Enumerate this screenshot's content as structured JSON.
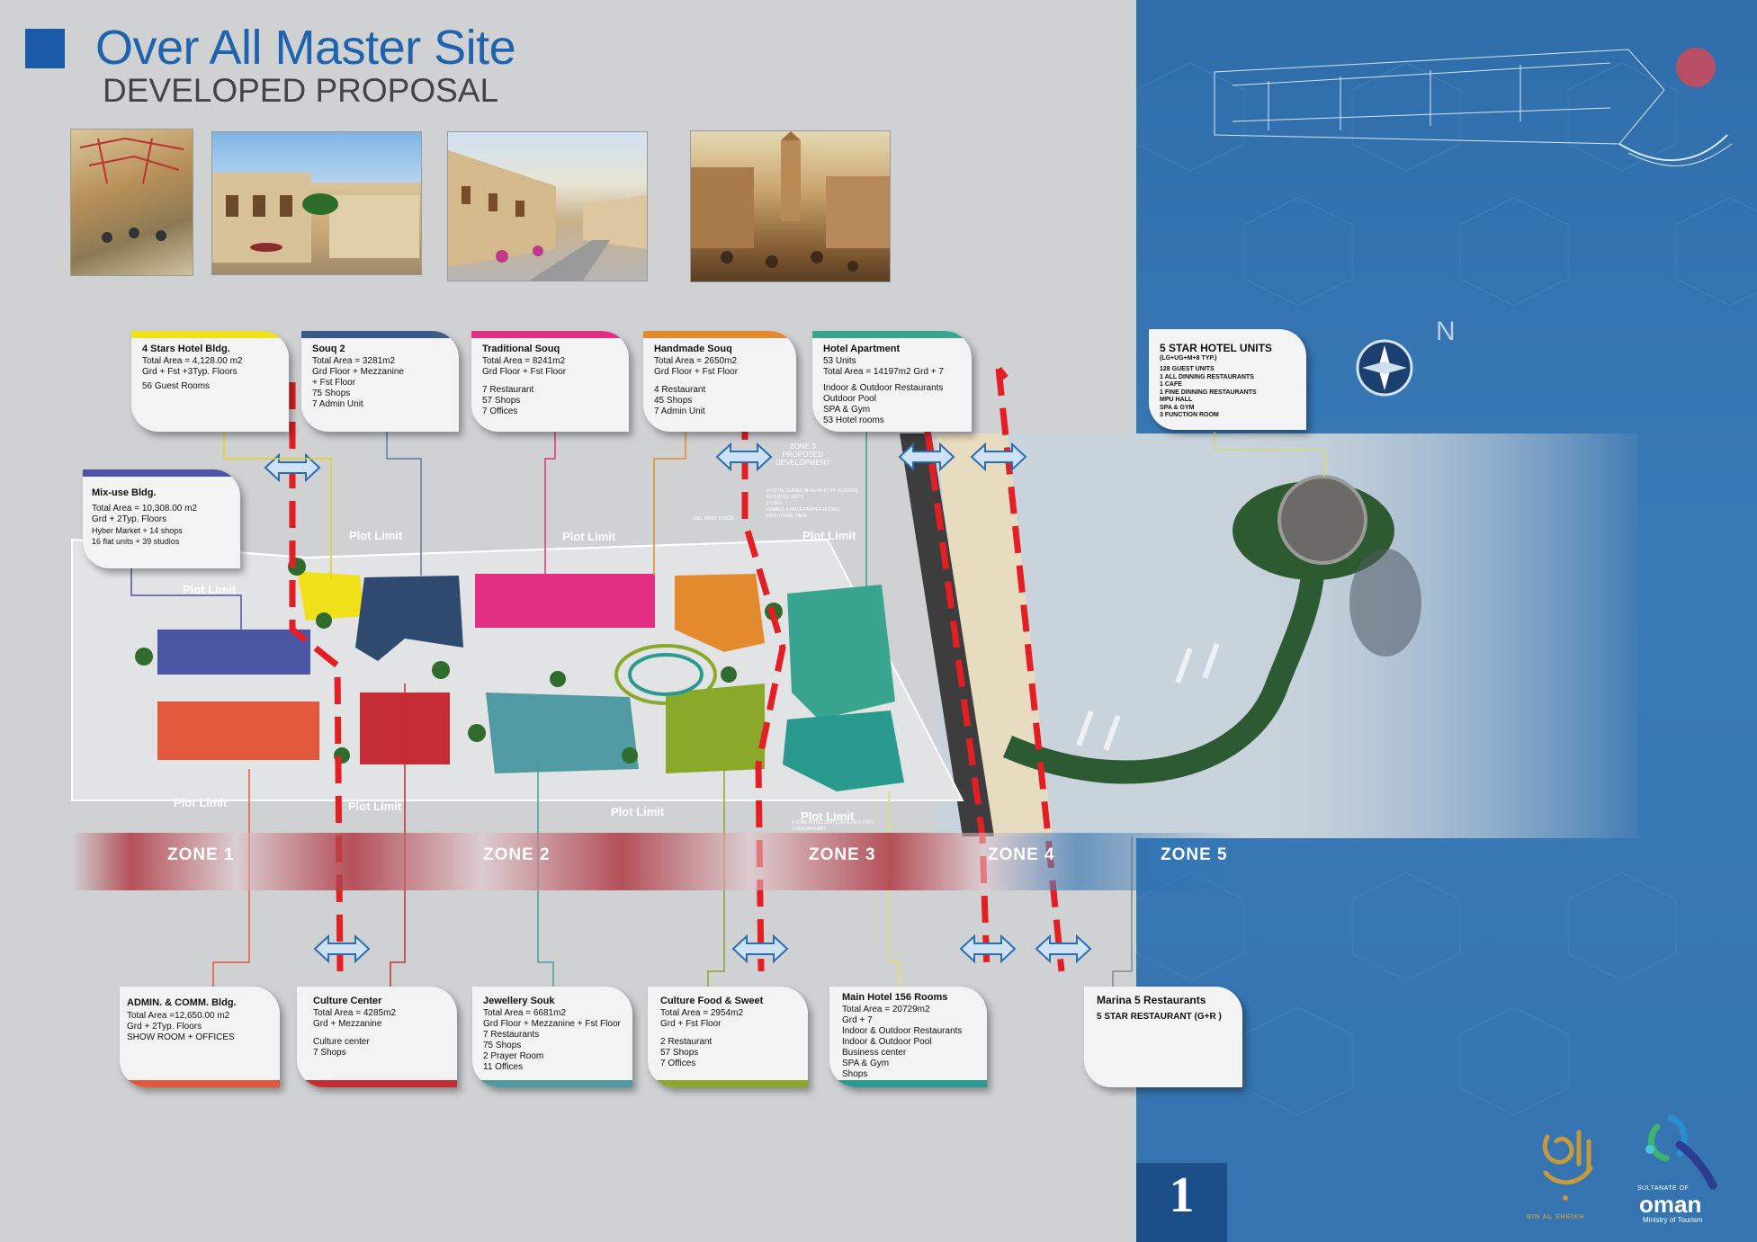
{
  "header": {
    "title": "Over All Master Site",
    "subtitle": "DEVELOPED PROPOSAL"
  },
  "colors": {
    "left_bg": "#cfd1d3",
    "right_bg": "#3574b0",
    "title_blue": "#1f63ad",
    "mixuse": "#4a56a4",
    "hotel4": "#f0e11b",
    "souq2": "#2f4a6e",
    "traditional_souq": "#e22f83",
    "handmade_souq": "#e38a2e",
    "hotel_apartment": "#3aa58e",
    "admin": "#e2583c",
    "culture_center": "#c32d33",
    "jewellery_souk": "#4f9aa3",
    "culture_food": "#8aa82a",
    "main_hotel": "#2a9a8e",
    "zone_band": "#b03a44",
    "divider": "#e31e24"
  },
  "cards_top": [
    {
      "id": "hotel4",
      "title": "4 Stars Hotel Bldg.",
      "lines": [
        "Total Area = 4,128.00 m2",
        "Grd + Fst +3Typ. Floors",
        "",
        "56 Guest Rooms"
      ],
      "color": "#f0e11b"
    },
    {
      "id": "souq2",
      "title": "Souq 2",
      "lines": [
        "Total Area = 3281m2",
        "Grd  Floor + Mezzanine",
        "+ Fst Floor",
        "75 Shops",
        "7 Admin Unit"
      ],
      "color": "#3a5a8a"
    },
    {
      "id": "traditional",
      "title": "Traditional Souq",
      "lines": [
        "Total Area = 8241m2",
        "Grd  Floor + Fst Floor",
        "",
        "7 Restaurant",
        "57 Shops",
        "7 Offices"
      ],
      "color": "#e22f83"
    },
    {
      "id": "handmade",
      "title": "Handmade Souq",
      "lines": [
        "Total Area = 2650m2",
        "Grd  Floor + Fst Floor",
        "",
        "4 Restaurant",
        "45 Shops",
        "7 Admin Unit"
      ],
      "color": "#e38a2e"
    },
    {
      "id": "hotelapt",
      "title": "Hotel Apartment",
      "lines": [
        "53 Units",
        "Total Area = 14197m2 Grd + 7",
        "",
        "Indoor & Outdoor Restaurants",
        "Outdoor Pool",
        "SPA & Gym",
        "53 Hotel rooms"
      ],
      "color": "#3aa58e"
    },
    {
      "id": "hotel5",
      "title": "5 STAR HOTEL UNITS",
      "lines": [
        "(LG+UG+M+8 TYP.)",
        "",
        "128 GUEST UNITS",
        "1 ALL DINNING RESTAURANTS",
        "1 CAFE",
        "1 FINE DINNING RESTAURANTS",
        "MPU HALL",
        "SPA & GYM",
        "3 FUNCTION ROOM"
      ],
      "color": "#ffffff"
    }
  ],
  "card_mixuse": {
    "title": "Mix-use Bldg.",
    "lines": [
      "Total Area = 10,308.00 m2",
      "Grd + 2Typ. Floors",
      "Hyber Market + 14 shops",
      "16 flat units  + 39 studios"
    ],
    "color": "#4a56a4"
  },
  "cards_bottom": [
    {
      "id": "admin",
      "title": "ADMIN. & COMM. Bldg.",
      "lines": [
        "Total Area =12,650.00 m2",
        "Grd + 2Typ. Floors",
        "SHOW ROOM + OFFICES"
      ],
      "color": "#e2583c"
    },
    {
      "id": "culture",
      "title": "Culture Center",
      "lines": [
        "Total Area = 4285m2",
        "Grd + Mezzanine",
        "",
        "Culture center",
        "7 Shops"
      ],
      "color": "#c32d33"
    },
    {
      "id": "jewellery",
      "title": "Jewellery Souk",
      "lines": [
        "Total Area = 6681m2",
        "Grd Floor + Mezzanine + Fst Floor",
        "7 Restaurants",
        "75 Shops",
        "2 Prayer Room",
        "11 Offices"
      ],
      "color": "#4f9aa3"
    },
    {
      "id": "food",
      "title": "Culture Food & Sweet",
      "lines": [
        "Total Area = 2954m2",
        "Grd + Fst Floor",
        "",
        "2 Restaurant",
        "57 Shops",
        "7 Offices"
      ],
      "color": "#8aa82a"
    },
    {
      "id": "mainhotel",
      "title": "Main Hotel 156 Rooms",
      "lines": [
        "Total Area = 20729m2",
        "Grd + 7",
        "Indoor & Outdoor Restaurants",
        "Indoor & Outdoor Pool",
        "Business center",
        "SPA & Gym",
        "Shops"
      ],
      "color": "#2a9a8e"
    },
    {
      "id": "marina",
      "title": "Marina 5 Restaurants",
      "lines": [
        "5 STAR RESTAURANT  (G+R )"
      ],
      "color": "#ffffff"
    }
  ],
  "zones": [
    "ZONE  1",
    "ZONE  2",
    "ZONE  3",
    "ZONE  4",
    "ZONE 5"
  ],
  "plot_limit": "Plot Limit",
  "map_small_text": {
    "zone3_proposed": [
      "ZONE 3",
      "PROPOSED",
      "DEVELOPMENT"
    ],
    "hotel_suites_note": [
      "4 HOTEL SUITES (B+G+M+4 TYP. FLOORS)",
      "40 SUITES UNITS",
      "1 CAFE",
      "FEMALE & MALE PRAYER ROOMS",
      "KIDS THEME PARK"
    ],
    "first_floor": "2ND, FIRST FLOOR",
    "lower_note": [
      "4 STAR HOTEL UNITS (B+G+M+5 TYP.)",
      "2 RESTAURANT"
    ]
  },
  "north_label": "N",
  "page_number": "1",
  "logos": {
    "left_caption": "BIN AL SHEIKH",
    "right_top": "SULTANATE OF",
    "right_mid": "oman",
    "right_bottom": "Ministry of Tourism"
  }
}
